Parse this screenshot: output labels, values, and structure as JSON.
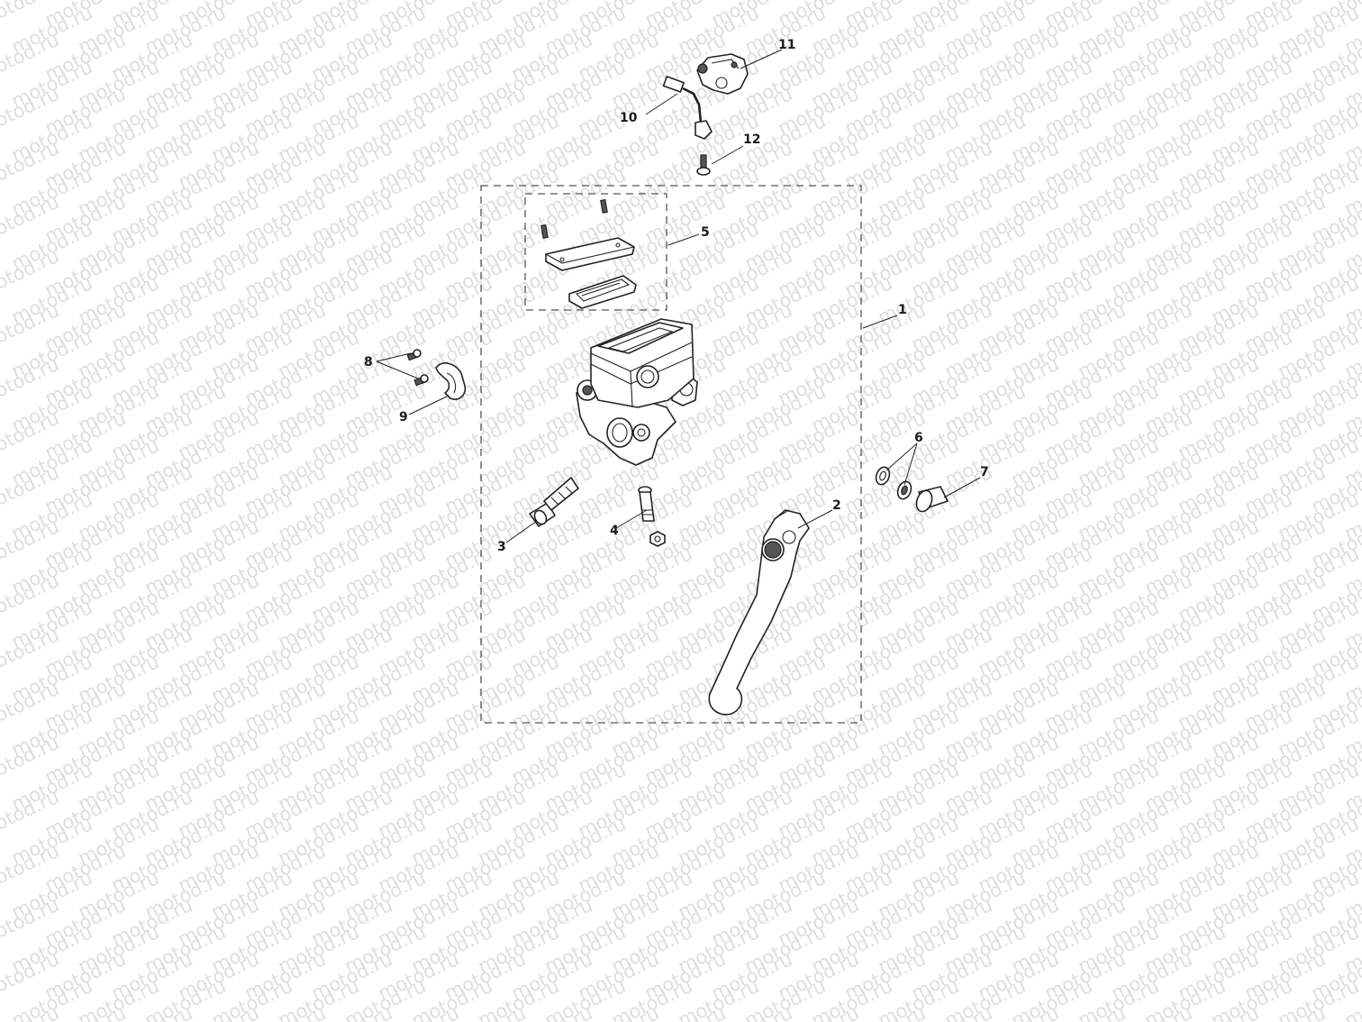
{
  "watermark": "motod.ru",
  "callouts": {
    "c1": "1",
    "c2": "2",
    "c3": "3",
    "c4": "4",
    "c5": "5",
    "c6": "6",
    "c7": "7",
    "c8": "8",
    "c9": "9",
    "c10": "10",
    "c11": "11",
    "c12": "12"
  },
  "parts": {
    "master_cylinder": "master-cylinder-icon",
    "lever": "brake-lever-icon",
    "switch": "brake-light-switch-icon"
  }
}
